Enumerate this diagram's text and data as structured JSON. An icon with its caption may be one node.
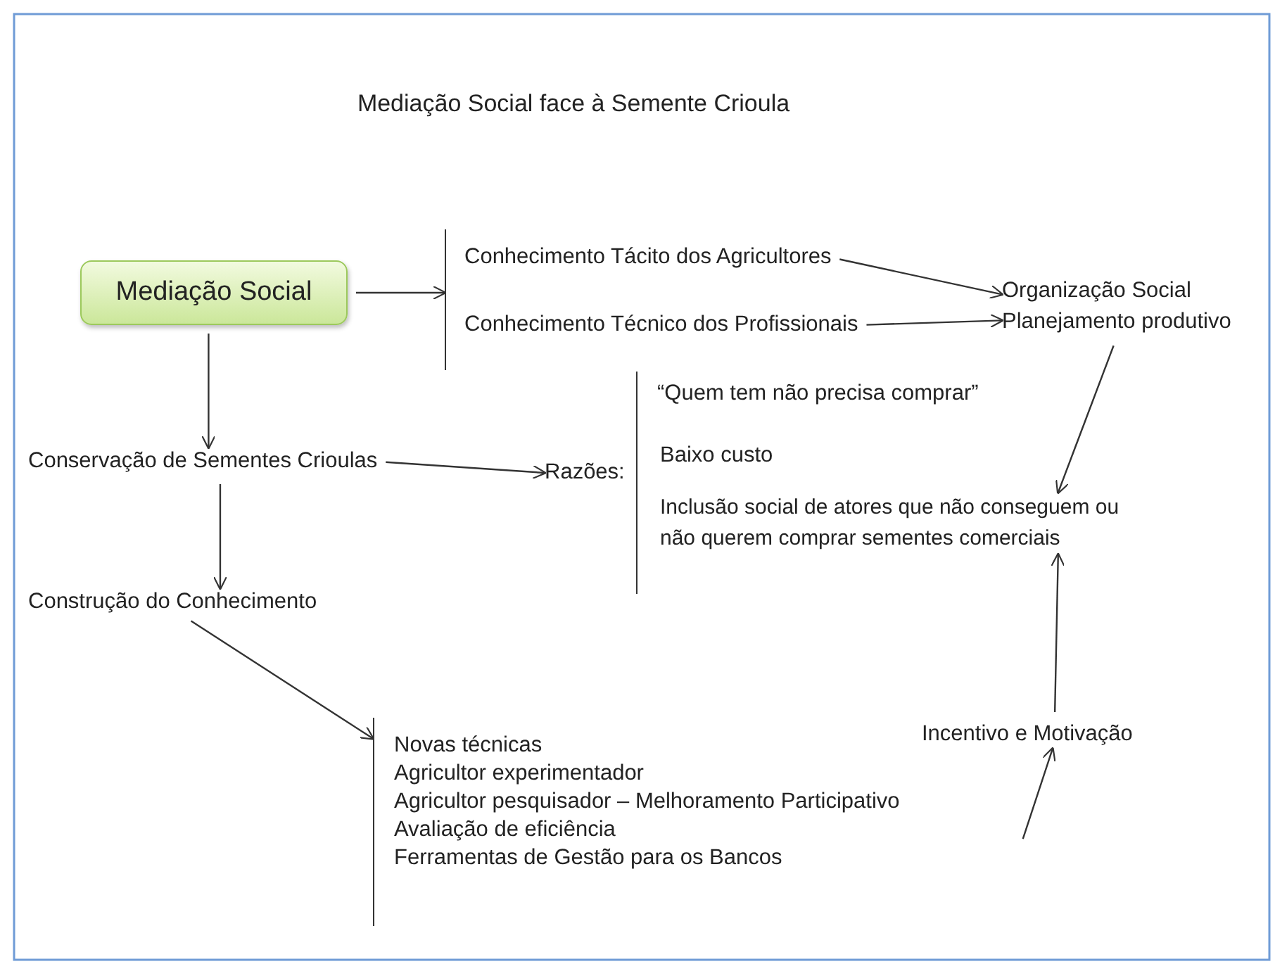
{
  "diagram": {
    "title": "Mediação Social face à Semente Crioula",
    "nodes": [
      {
        "text": [
          "Mediação Social"
        ]
      },
      {
        "text": [],
        "shape": "bracket"
      },
      {
        "text": [
          "Conhecimento Tácito dos Agricultores"
        ],
        "in": 1
      },
      {
        "text": [
          "Conhecimento Técnico dos Profissionais"
        ],
        "in": 1
      },
      {
        "text": [
          "Organização Social",
          "Planejamento produtivo"
        ]
      },
      {
        "text": [
          "Conservação de Sementes Crioulas"
        ]
      },
      {
        "text": [
          "Construção do Conhecimento"
        ]
      },
      {
        "text": [
          "Razões:"
        ]
      },
      {
        "text": [],
        "shape": "bracket"
      },
      {
        "text": [
          "“Quem tem não precisa comprar”"
        ],
        "in": 8
      },
      {
        "text": [
          "Baixo custo"
        ],
        "in": 8
      },
      {
        "text": [
          "Inclusão social de atores que não conseguem ou não querem comprar sementes comerciais"
        ],
        "in": 8
      },
      {
        "text": [
          "Novas técnicas",
          "Agricultor experimentador",
          "Agricultor pesquisador – Melhoramento Participativo",
          "Avaliação de eficiência",
          "Ferramentas de Gestão para os Bancos"
        ]
      },
      {
        "text": [
          "Incentivo e Motivação"
        ]
      }
    ],
    "edges": [
      {
        "from": 0,
        "to": 1,
        "arrow": "to"
      },
      {
        "from": 2,
        "to": 4,
        "arrow": "to"
      },
      {
        "from": 3,
        "to": 4,
        "arrow": "to"
      },
      {
        "from": 0,
        "to": 5,
        "arrow": "to"
      },
      {
        "from": 5,
        "to": 6,
        "arrow": "to"
      },
      {
        "from": 5,
        "to": 7,
        "arrow": "to"
      },
      {
        "from": 4,
        "to": 11,
        "arrow": "to"
      },
      {
        "from": 6,
        "to": 12,
        "arrow": "to"
      },
      {
        "from": 12,
        "to": 13,
        "arrow": "to"
      },
      {
        "from": 13,
        "to": 11,
        "arrow": "to"
      }
    ]
  }
}
